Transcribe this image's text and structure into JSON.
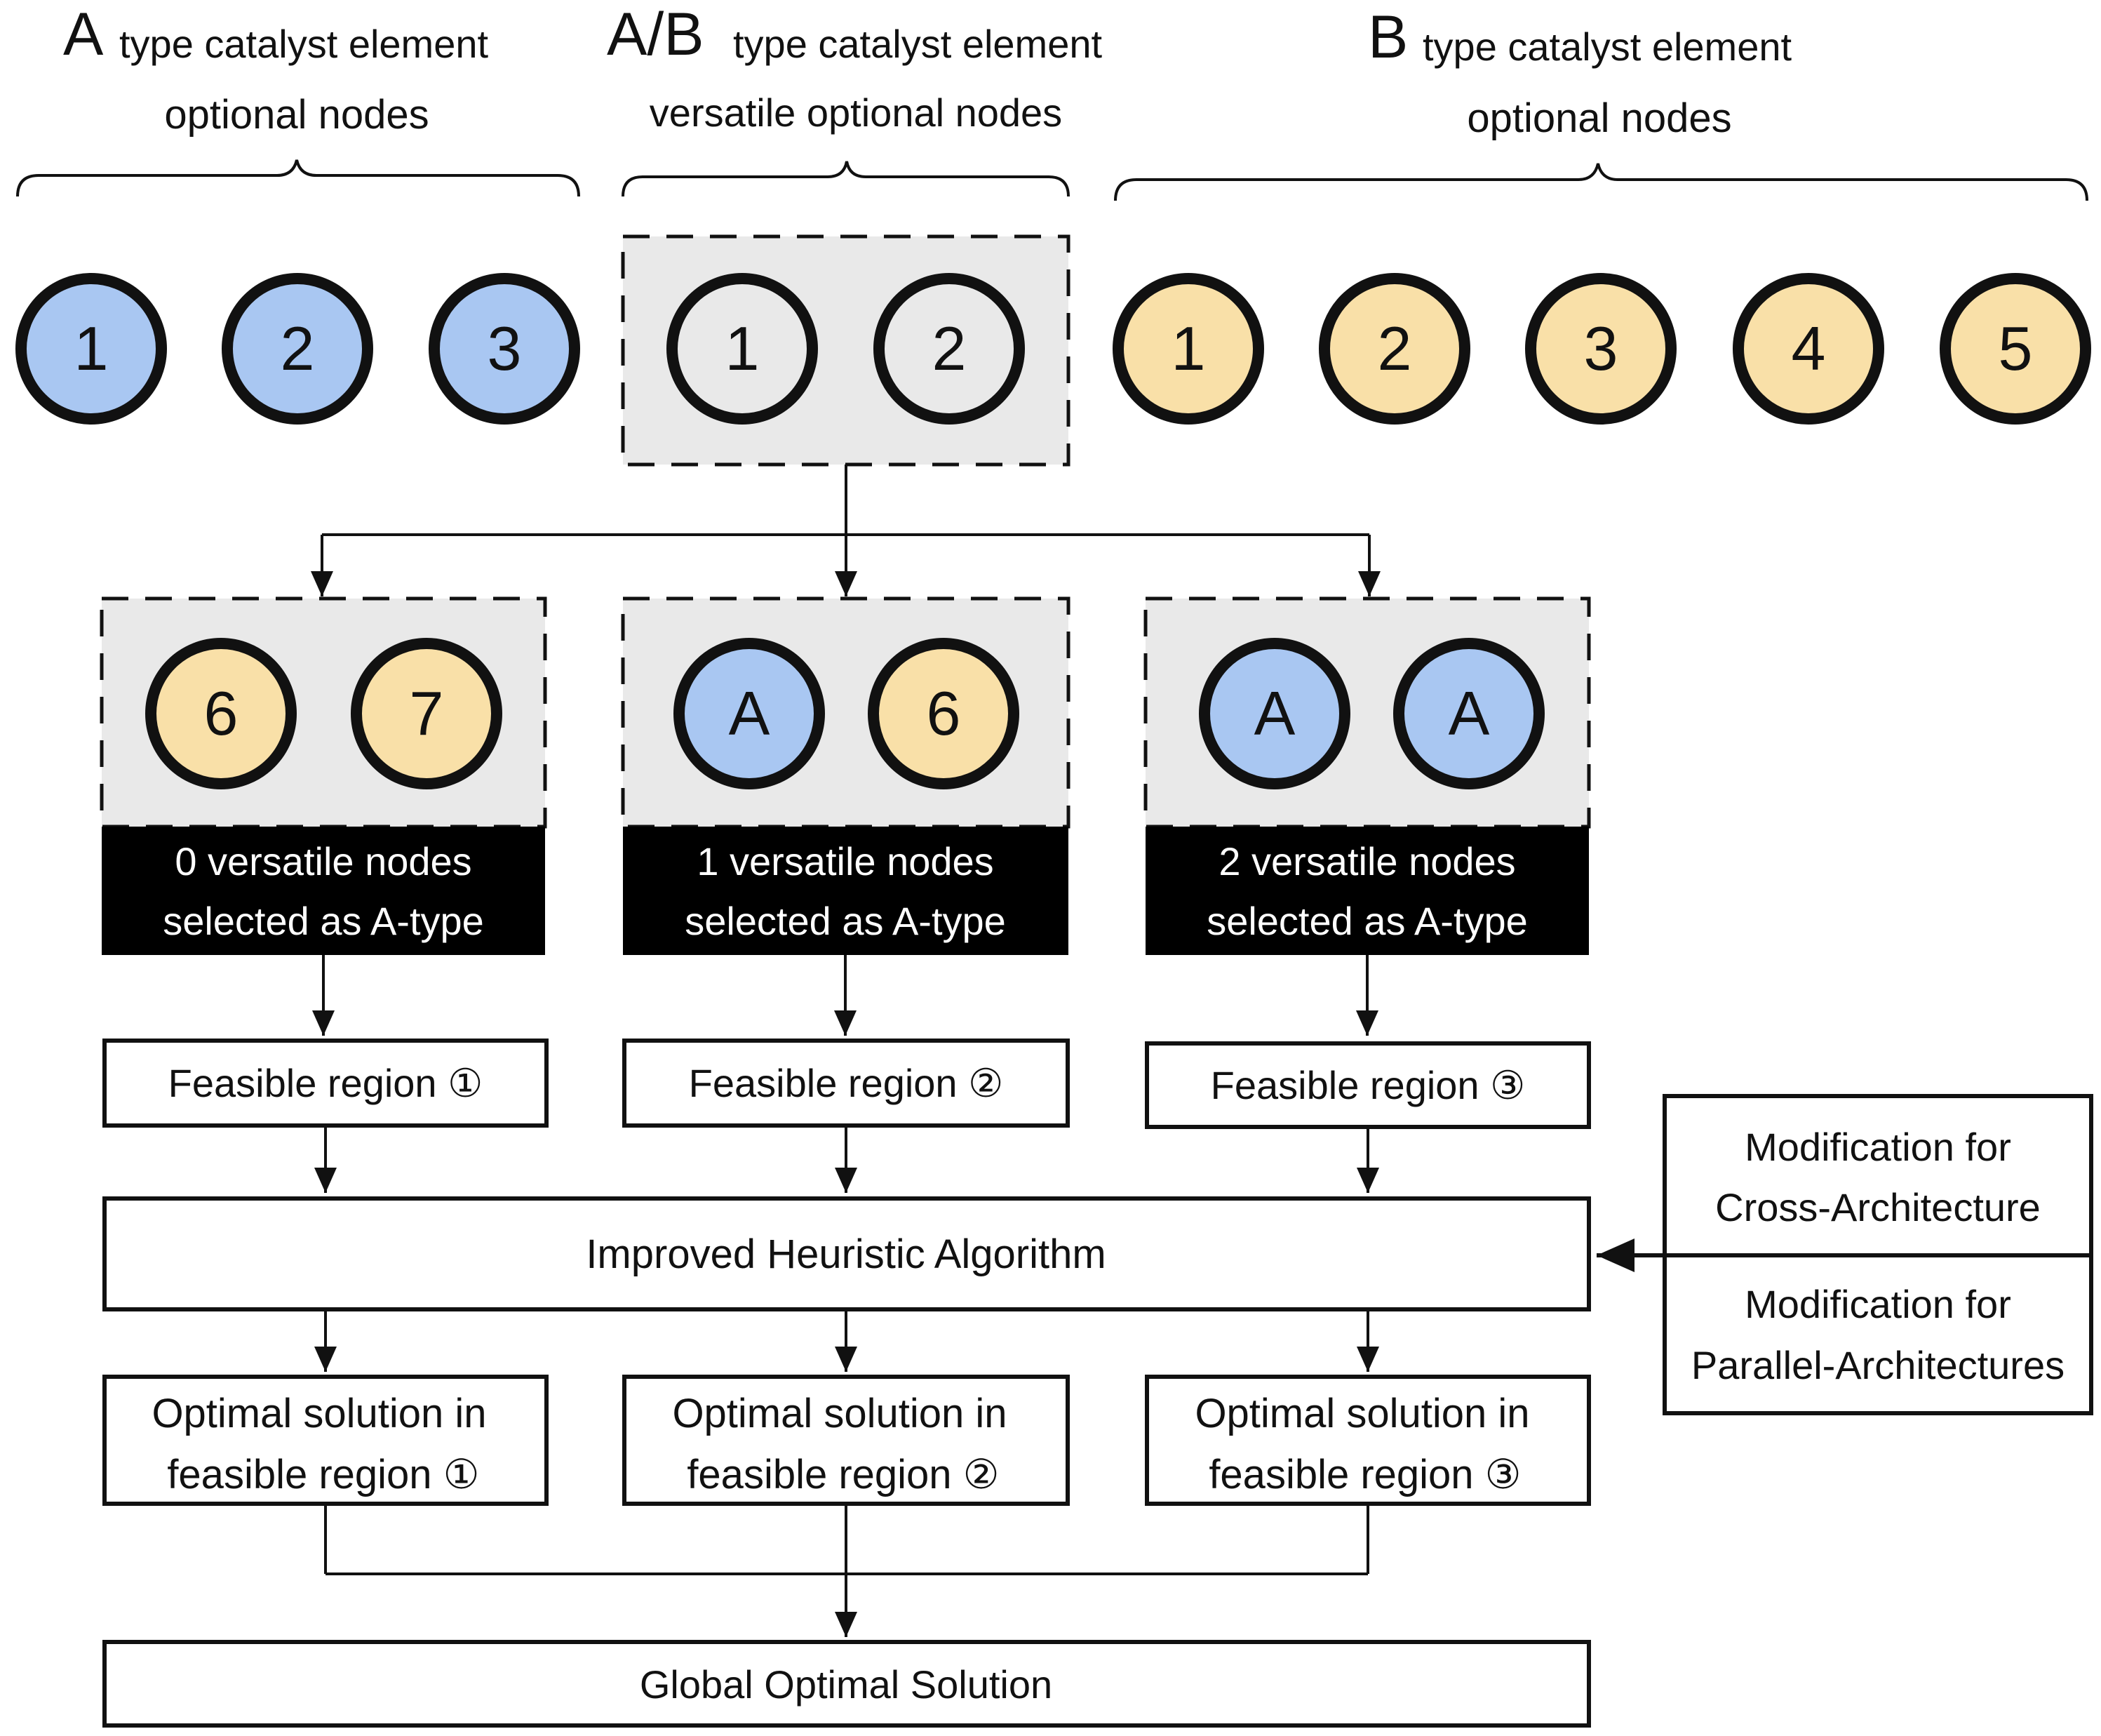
{
  "colors": {
    "a_type": "#a9c7f2",
    "b_type": "#f9e0a8",
    "versatile": "#e9e9e9",
    "stroke": "#111111",
    "label_bg": "#000000",
    "label_text": "#ffffff"
  },
  "header": {
    "a_letter": "A",
    "a_title": "type catalyst element",
    "a_subtitle": "optional nodes",
    "ab_letter": "A/B",
    "ab_title": "type catalyst element",
    "ab_subtitle": "versatile optional nodes",
    "b_letter": "B",
    "b_title": "type catalyst element",
    "b_subtitle": "optional nodes"
  },
  "nodes": {
    "a_type": [
      "1",
      "2",
      "3"
    ],
    "versatile": [
      "1",
      "2"
    ],
    "b_type": [
      "1",
      "2",
      "3",
      "4",
      "5"
    ]
  },
  "branches": [
    {
      "nodes": [
        {
          "label": "6",
          "type": "b"
        },
        {
          "label": "7",
          "type": "b"
        }
      ],
      "caption_line1": "0 versatile nodes",
      "caption_line2": "selected as A-type",
      "feasible": "Feasible region ①",
      "optimal_line1": "Optimal solution in",
      "optimal_line2": "feasible region ①"
    },
    {
      "nodes": [
        {
          "label": "A",
          "type": "a"
        },
        {
          "label": "6",
          "type": "b"
        }
      ],
      "caption_line1": "1 versatile nodes",
      "caption_line2": "selected as A-type",
      "feasible": "Feasible region ②",
      "optimal_line1": "Optimal solution in",
      "optimal_line2": "feasible region ②"
    },
    {
      "nodes": [
        {
          "label": "A",
          "type": "a"
        },
        {
          "label": "A",
          "type": "a"
        }
      ],
      "caption_line1": "2 versatile nodes",
      "caption_line2": "selected as A-type",
      "feasible": "Feasible region ③",
      "optimal_line1": "Optimal solution in",
      "optimal_line2": "feasible region ③"
    }
  ],
  "algorithm": "Improved Heuristic Algorithm",
  "modifications": {
    "cross_line1": "Modification for",
    "cross_line2": "Cross-Architecture",
    "parallel_line1": "Modification for",
    "parallel_line2": "Parallel-Architectures"
  },
  "global": "Global Optimal Solution"
}
